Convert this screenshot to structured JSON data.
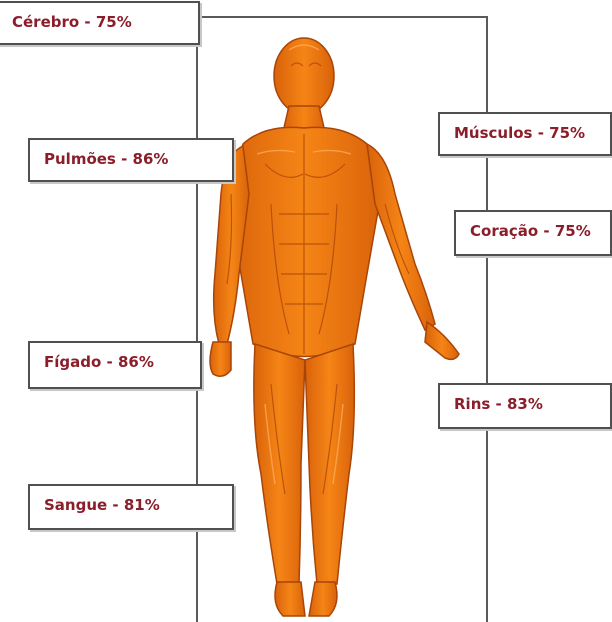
{
  "colors": {
    "label_text": "#8b1e2b",
    "body_fill": "#f07a0c",
    "body_dark": "#b8480a",
    "body_light": "#ffa94d",
    "frame": "#5a5a5a"
  },
  "figure": {
    "icon": "human-muscle-anatomy-figure"
  },
  "labels": {
    "cerebro": "Cérebro - 75%",
    "pulmoes": "Pulmões - 86%",
    "figado": "Fígado - 86%",
    "sangue": "Sangue - 81%",
    "musculos": "Músculos - 75%",
    "coracao": "Coração - 75%",
    "rins": "Rins - 83%"
  }
}
